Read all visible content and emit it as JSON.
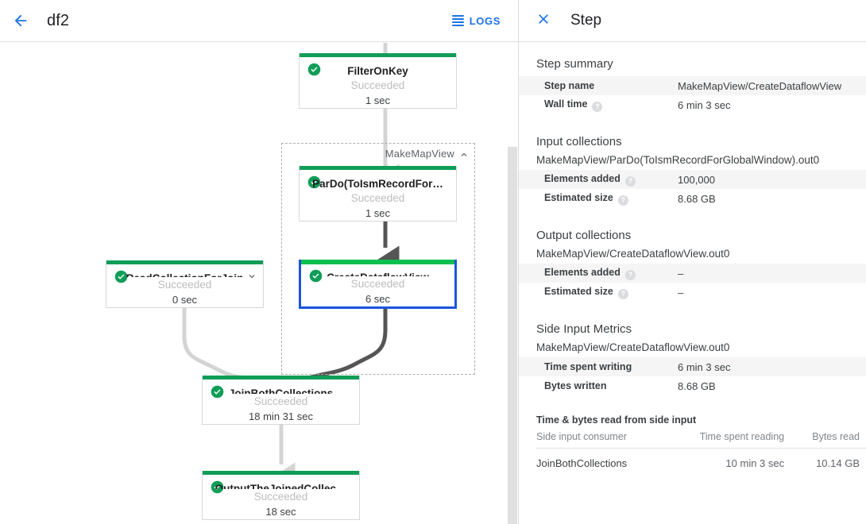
{
  "header": {
    "back_icon": "arrow-left-icon",
    "job_title": "df2",
    "logs_label": "LOGS",
    "logs_icon": "list-icon"
  },
  "panel": {
    "close_icon": "close-icon",
    "title": "Step"
  },
  "graph": {
    "group": {
      "label": "MakeMapView",
      "chevron_icon": "chevron-up-icon"
    },
    "nodes": [
      {
        "name": "FilterOnKey",
        "status": "Succeeded",
        "time": "1 sec",
        "selected": false,
        "has_chevron": false
      },
      {
        "name": "ParDo(ToIsmRecordFor…",
        "status": "Succeeded",
        "time": "1 sec",
        "selected": false,
        "has_chevron": false
      },
      {
        "name": "ReadCollectionForJoin",
        "status": "Succeeded",
        "time": "0 sec",
        "selected": false,
        "has_chevron": true
      },
      {
        "name": "CreateDataflowView",
        "status": "Succeeded",
        "time": "6 sec",
        "selected": true,
        "has_chevron": false
      },
      {
        "name": "JoinBothCollections",
        "status": "Succeeded",
        "time": "18 min 31 sec",
        "selected": false,
        "has_chevron": false
      },
      {
        "name": "OutputTheJoinedCollec…",
        "status": "Succeeded",
        "time": "18 sec",
        "selected": false,
        "has_chevron": false
      }
    ],
    "status_color": "#0f9d58",
    "selected_border_color": "#1a56db",
    "edge_color": "#d4d4d4",
    "edge_highlight_color": "#555555"
  },
  "step_summary": {
    "heading": "Step summary",
    "rows": [
      {
        "key": "Step name",
        "value": "MakeMapView/CreateDataflowView",
        "help": false
      },
      {
        "key": "Wall time",
        "value": "6 min 3 sec",
        "help": true
      }
    ]
  },
  "input_collections": {
    "heading": "Input collections",
    "collection": "MakeMapView/ParDo(ToIsmRecordForGlobalWindow).out0",
    "rows": [
      {
        "key": "Elements added",
        "value": "100,000",
        "help": true
      },
      {
        "key": "Estimated size",
        "value": "8.68 GB",
        "help": true
      }
    ]
  },
  "output_collections": {
    "heading": "Output collections",
    "collection": "MakeMapView/CreateDataflowView.out0",
    "rows": [
      {
        "key": "Elements added",
        "value": "–",
        "help": true
      },
      {
        "key": "Estimated size",
        "value": "–",
        "help": true
      }
    ]
  },
  "side_input_metrics": {
    "heading": "Side Input Metrics",
    "collection": "MakeMapView/CreateDataflowView.out0",
    "rows": [
      {
        "key": "Time spent writing",
        "value": "6 min 3 sec",
        "help": false
      },
      {
        "key": "Bytes written",
        "value": "8.68 GB",
        "help": false
      }
    ],
    "table_heading": "Time & bytes read from side input",
    "columns": [
      "Side input consumer",
      "Time spent reading",
      "Bytes read"
    ],
    "rows_table": [
      [
        "JoinBothCollections",
        "10 min 3 sec",
        "10.14 GB"
      ]
    ]
  }
}
